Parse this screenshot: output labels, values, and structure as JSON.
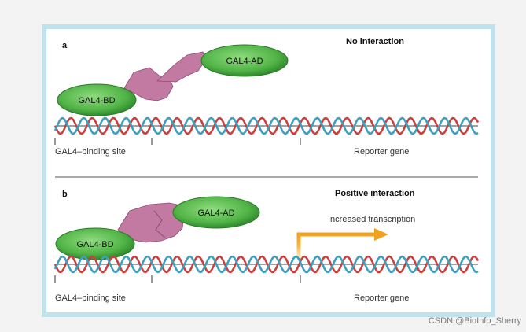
{
  "panels": {
    "a": {
      "letter": "a",
      "heading": "No interaction",
      "bd_label": "GAL4-BD",
      "ad_label": "GAL4-AD",
      "site_label": "GAL4–binding site",
      "gene_label": "Reporter gene"
    },
    "b": {
      "letter": "b",
      "heading": "Positive interaction",
      "bd_label": "GAL4-BD",
      "ad_label": "GAL4-AD",
      "transcription_label": "Increased transcription",
      "site_label": "GAL4–binding site",
      "gene_label": "Reporter gene"
    }
  },
  "watermark": "CSDN @BioInfo_Sherry",
  "colors": {
    "frame": "#bfe3ec",
    "protein_green": "#5cbf52",
    "bait_pink": "#c27aa3",
    "dna_red": "#c8413f",
    "dna_blue": "#3f9fbf",
    "arrow_orange": "#f0a21e"
  }
}
